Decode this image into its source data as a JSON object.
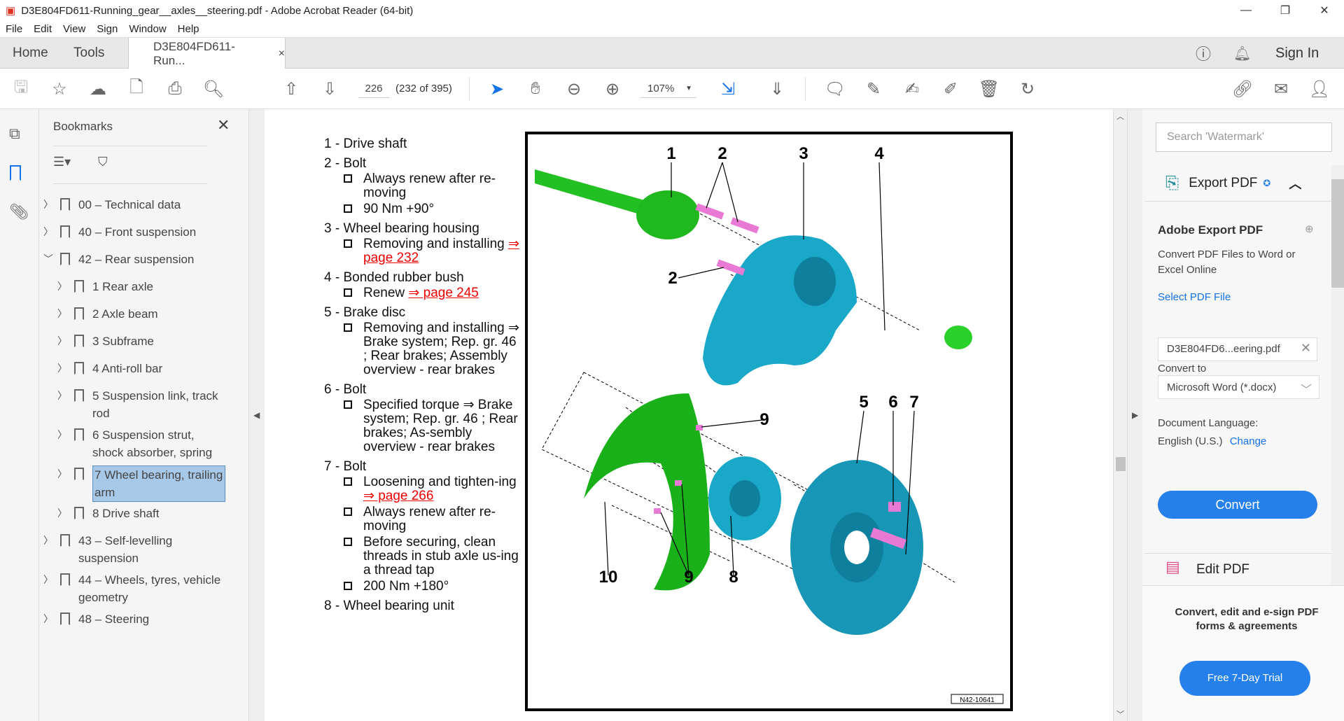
{
  "window": {
    "title": "D3E804FD611-Running_gear__axles__steering.pdf - Adobe Acrobat Reader (64-bit)"
  },
  "menu": [
    "File",
    "Edit",
    "View",
    "Sign",
    "Window",
    "Help"
  ],
  "tabs": {
    "home": "Home",
    "tools": "Tools",
    "document": "D3E804FD611-Run...",
    "close": "×",
    "sign_in": "Sign In"
  },
  "toolbar": {
    "page_input": "226",
    "page_info": "(232 of 395)",
    "zoom": "107%"
  },
  "bookmarks": {
    "title": "Bookmarks",
    "items": [
      {
        "label": "00 – Technical data",
        "level": 0,
        "expanded": false
      },
      {
        "label": "40 – Front suspension",
        "level": 0,
        "expanded": false
      },
      {
        "label": "42 – Rear suspension",
        "level": 0,
        "expanded": true
      },
      {
        "label": "1 Rear axle",
        "level": 1
      },
      {
        "label": "2 Axle beam",
        "level": 1
      },
      {
        "label": "3 Subframe",
        "level": 1
      },
      {
        "label": "4 Anti-roll bar",
        "level": 1
      },
      {
        "label": "5 Suspension link, track rod",
        "level": 1
      },
      {
        "label": "6 Suspension strut, shock absorber, spring",
        "level": 1
      },
      {
        "label": "7 Wheel bearing, trailing arm",
        "level": 1,
        "selected": true
      },
      {
        "label": "8 Drive shaft",
        "level": 1
      },
      {
        "label": "43 – Self-levelling suspension",
        "level": 0
      },
      {
        "label": "44 – Wheels, tyres, vehicle geometry",
        "level": 0
      },
      {
        "label": "48 – Steering",
        "level": 0
      }
    ]
  },
  "document": {
    "sections": [
      {
        "title": "1 - Drive shaft",
        "items": []
      },
      {
        "title": "2 - Bolt",
        "items": [
          {
            "text": "Always renew after re-moving"
          },
          {
            "text": "90 Nm +90°"
          }
        ]
      },
      {
        "title": "3 - Wheel bearing housing",
        "items": [
          {
            "text": "Removing and installing ",
            "link": "⇒ page 232"
          }
        ]
      },
      {
        "title": "4 - Bonded rubber bush",
        "items": [
          {
            "text": "Renew ",
            "link": "⇒ page 245"
          }
        ]
      },
      {
        "title": "5 - Brake disc",
        "items": [
          {
            "text": "Removing and installing ⇒ Brake system; Rep. gr. 46 ; Rear brakes; Assembly overview - rear brakes"
          }
        ]
      },
      {
        "title": "6 - Bolt",
        "items": [
          {
            "text": "Specified torque ⇒ Brake system; Rep. gr. 46 ; Rear brakes; As-sembly overview - rear brakes"
          }
        ]
      },
      {
        "title": "7 - Bolt",
        "items": [
          {
            "text": "Loosening and tighten-ing ",
            "link": "⇒ page 266"
          },
          {
            "text": "Always renew after re-moving"
          },
          {
            "text": "Before securing, clean threads in stub axle us-ing a thread tap"
          },
          {
            "text": "200 Nm +180°"
          }
        ]
      },
      {
        "title": "8 - Wheel bearing unit",
        "items": []
      }
    ],
    "figure": {
      "labels": [
        "1",
        "2",
        "3",
        "4",
        "2",
        "5",
        "6",
        "7",
        "9",
        "10",
        "9",
        "8"
      ],
      "code": "N42-10641"
    }
  },
  "right_pane": {
    "search_placeholder": "Search 'Watermark'",
    "export_title": "Export PDF",
    "heading": "Adobe Export PDF",
    "desc": "Convert PDF Files to Word or Excel Online",
    "select_label": "Select PDF File",
    "file": "D3E804FD6...eering.pdf",
    "convert_to_label": "Convert to",
    "convert_to": "Microsoft Word (*.docx)",
    "lang_label": "Document Language:",
    "lang": "English (U.S.)",
    "change": "Change",
    "convert_btn": "Convert",
    "edit_pdf": "Edit PDF",
    "promo": "Convert, edit and e-sign PDF forms & agreements",
    "trial_btn": "Free 7-Day Trial"
  },
  "colors": {
    "accent": "#2680eb",
    "link": "#e00000",
    "selected": "#a8c8e8"
  }
}
